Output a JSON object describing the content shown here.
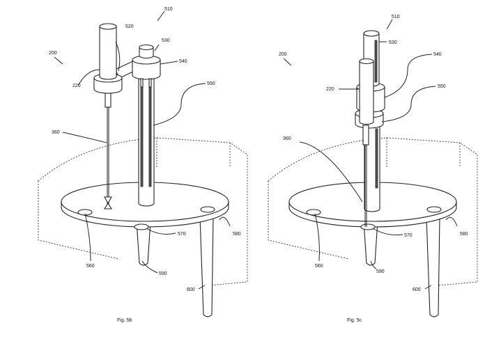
{
  "figures": [
    {
      "caption": "Fig. 5b",
      "labels": {
        "l510": "510",
        "l520": "520",
        "l530": "530",
        "l200": "200",
        "l540": "540",
        "l220": "220",
        "l550": "550",
        "l360": "360",
        "l580": "580",
        "l560": "560",
        "l570": "570",
        "l590": "590",
        "l600": "600"
      }
    },
    {
      "caption": "Fig. 5c",
      "labels": {
        "l510": "510",
        "l530": "530",
        "l200": "200",
        "l540": "540",
        "l220": "220",
        "l550": "550",
        "l360": "360",
        "l580": "580",
        "l560": "560",
        "l570": "570",
        "l590": "590",
        "l600": "600"
      }
    }
  ]
}
